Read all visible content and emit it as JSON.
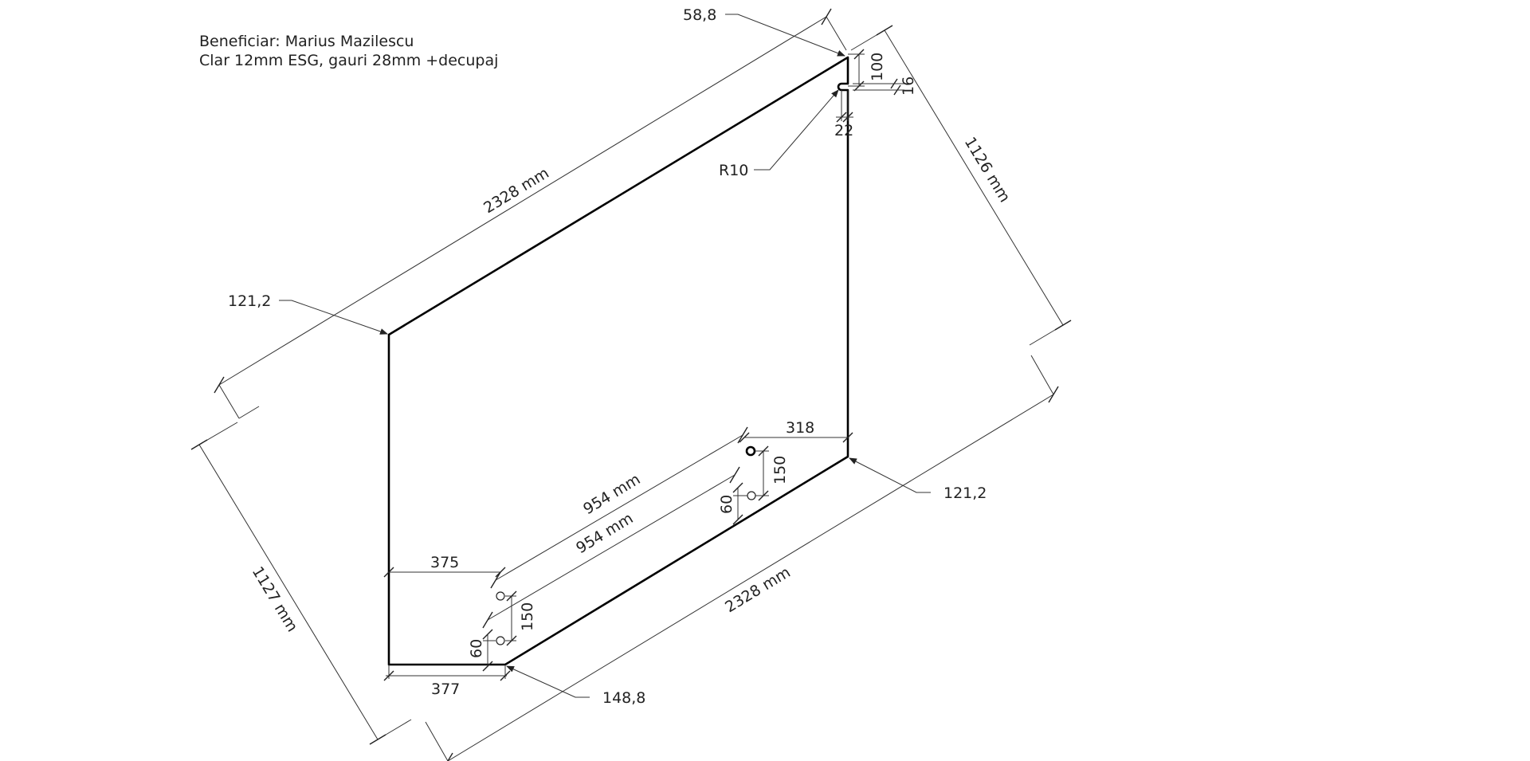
{
  "header": {
    "client": "Beneficiar: Marius Mazilescu",
    "spec": "Clar 12mm ESG, gauri 28mm +decupaj"
  },
  "dimensions": {
    "top_angle": "58,8",
    "notch_height": "100",
    "notch_depth": "16",
    "notch_width": "22",
    "radius": "R10",
    "right_height": "1126 mm",
    "top_length": "2328 mm",
    "left_angle": "121,2",
    "right_angle": "121,2",
    "hole_offset_right": "318",
    "hole_spacing_right": "150",
    "hole_edge_right": "60",
    "hole_line_1": "954 mm",
    "hole_line_2": "954 mm",
    "hole_offset_left": "375",
    "hole_spacing_left": "150",
    "hole_edge_left": "60",
    "left_height": "1127 mm",
    "bottom_width": "377",
    "bottom_angle": "148,8",
    "bottom_length": "2328 mm"
  }
}
